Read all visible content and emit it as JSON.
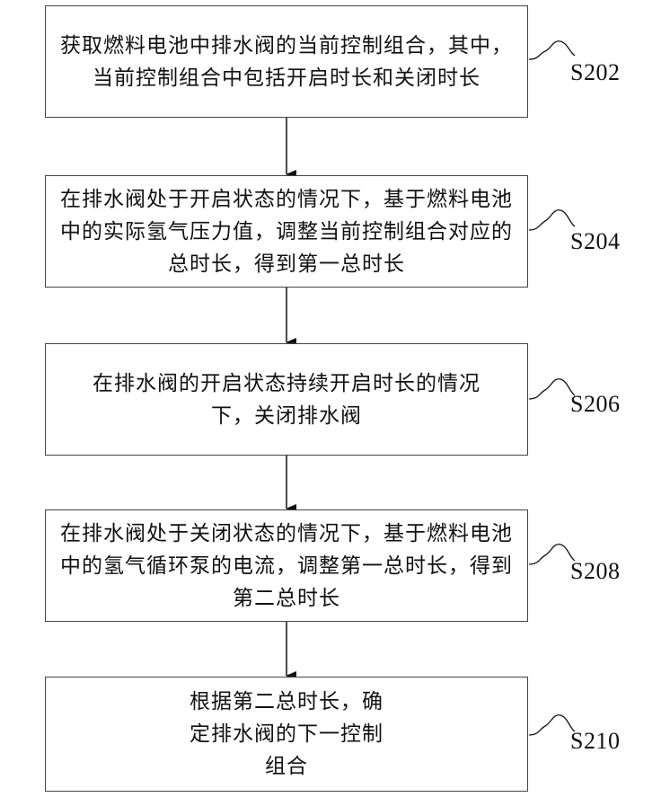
{
  "steps": [
    {
      "id": "S202",
      "text": "获取燃料电池中排水阀的当前控制组合，其中，当前控制组合中包括开启时长和关闭时长"
    },
    {
      "id": "S204",
      "text": "在排水阀处于开启状态的情况下，基于燃料电池中的实际氢气压力值，调整当前控制组合对应的总时长，得到第一总时长"
    },
    {
      "id": "S206",
      "text": "在排水阀的开启状态持续开启时长的情况下，关闭排水阀"
    },
    {
      "id": "S208",
      "text": "在排水阀处于关闭状态的情况下，基于燃料电池中的氢气循环泵的电流，调整第一总时长，得到第二总时长"
    },
    {
      "id": "S210",
      "text": "根据第二总时长，确定排水阀的下一控制组合"
    }
  ]
}
